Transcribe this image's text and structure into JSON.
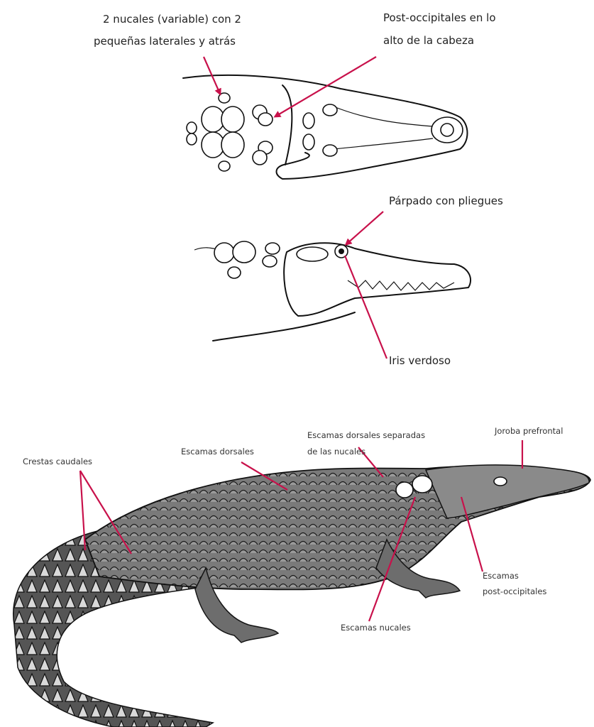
{
  "labels": {
    "nucales": [
      "2 nucales (variable) con 2",
      "pequeñas laterales y atrás"
    ],
    "post_occipitales_top": [
      "Post-occipitales en lo",
      "alto de la cabeza"
    ],
    "parpado": "Párpado con pliegues",
    "iris": "Iris verdoso",
    "crestas_caudales": "Crestas caudales",
    "escamas_dorsales": "Escamas dorsales",
    "dorsales_separadas": [
      "Escamas dorsales separadas",
      "de las nucales"
    ],
    "joroba": "Joroba prefrontal",
    "escamas_post": [
      "Escamas",
      "post-occipitales"
    ],
    "escamas_nucales": "Escamas nucales"
  },
  "colors": {
    "pointer": "#c8114b",
    "ink": "#111111",
    "body_shade": "#6d6d6d"
  }
}
